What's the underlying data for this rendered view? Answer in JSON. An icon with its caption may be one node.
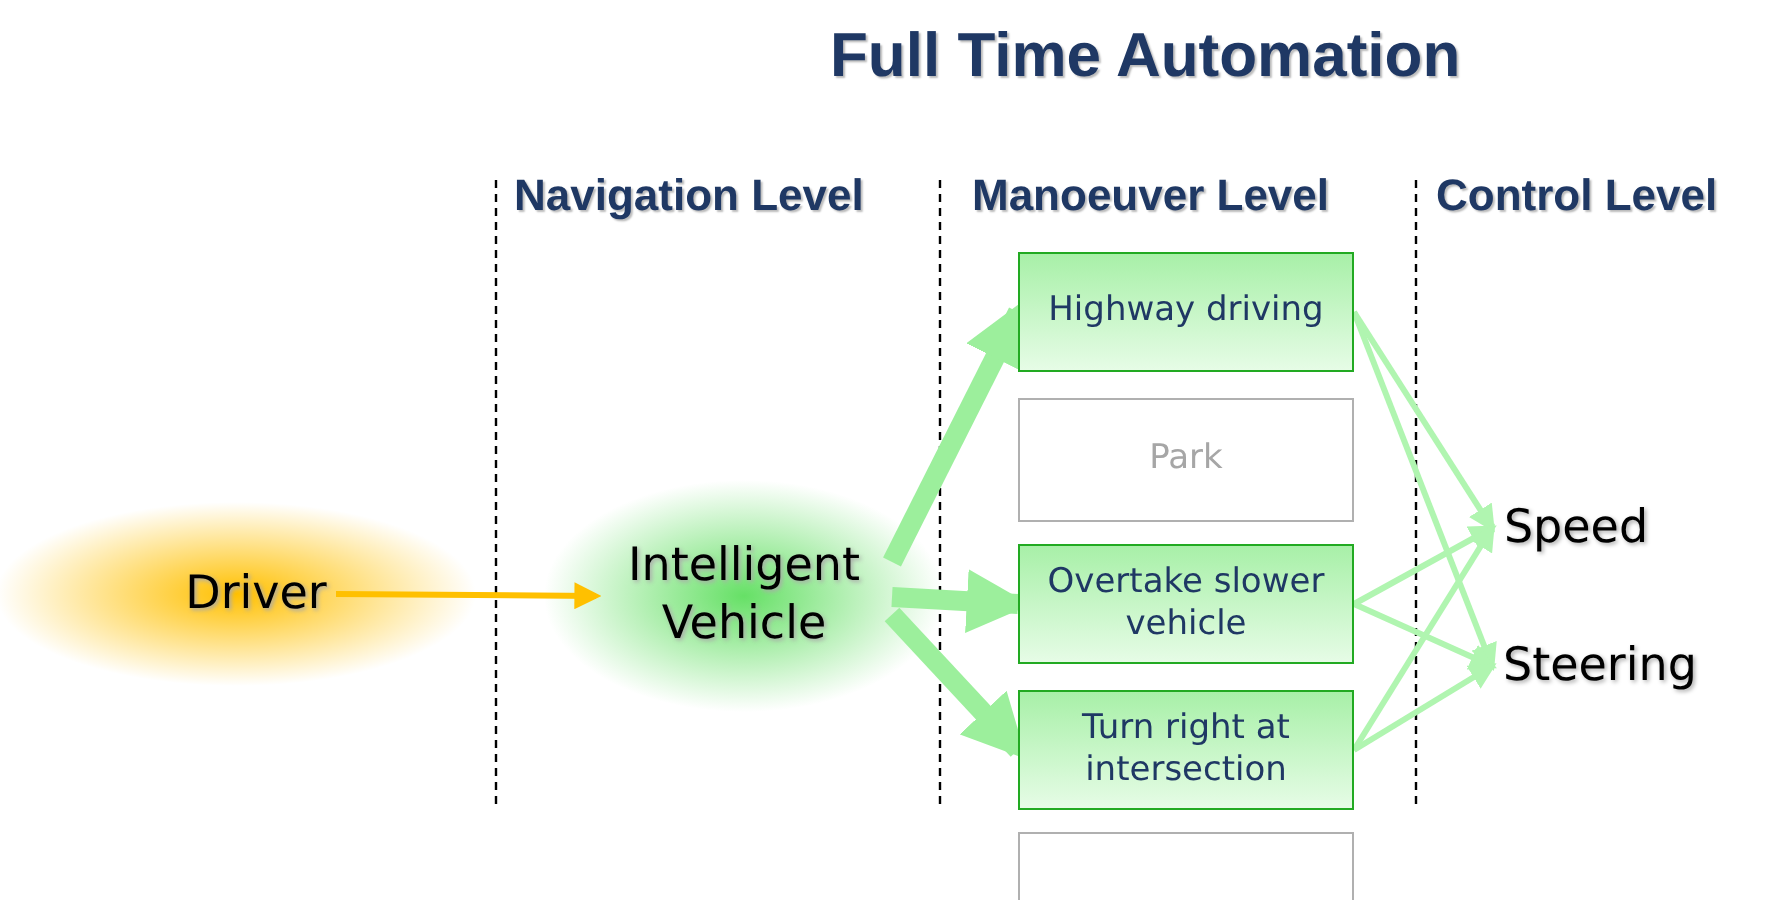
{
  "diagram": {
    "title": "Full Time Automation",
    "nodes": [
      {
        "text": [
          "Driver"
        ]
      },
      {
        "text": [
          "Intelligent Vehicle"
        ]
      },
      {
        "text": [
          "Highway driving"
        ]
      },
      {
        "text": [
          "Park"
        ]
      },
      {
        "text": [
          "Overtake slower vehicle"
        ]
      },
      {
        "text": [
          "Turn right at intersection"
        ]
      },
      {
        "text": [],
        "shape": "box"
      },
      {
        "text": [
          "Speed"
        ]
      },
      {
        "text": [
          "Steering"
        ]
      }
    ],
    "edges": [
      {
        "from": 0,
        "to": 1,
        "arrow": "to",
        "color": "#ffc000"
      },
      {
        "from": 1,
        "to": 2,
        "arrow": "to",
        "style": "thick"
      },
      {
        "from": 1,
        "to": 4,
        "arrow": "to",
        "style": "thick"
      },
      {
        "from": 1,
        "to": 5,
        "arrow": "to",
        "style": "thick"
      },
      {
        "from": 2,
        "to": 7,
        "arrow": "to"
      },
      {
        "from": 2,
        "to": 8,
        "arrow": "to"
      },
      {
        "from": 4,
        "to": 7,
        "arrow": "to"
      },
      {
        "from": 4,
        "to": 8,
        "arrow": "to"
      },
      {
        "from": 5,
        "to": 7,
        "arrow": "to"
      },
      {
        "from": 5,
        "to": 8,
        "arrow": "to"
      }
    ],
    "labels": [
      "Navigation Level",
      "Manoeuver Level",
      "Control Level"
    ]
  }
}
